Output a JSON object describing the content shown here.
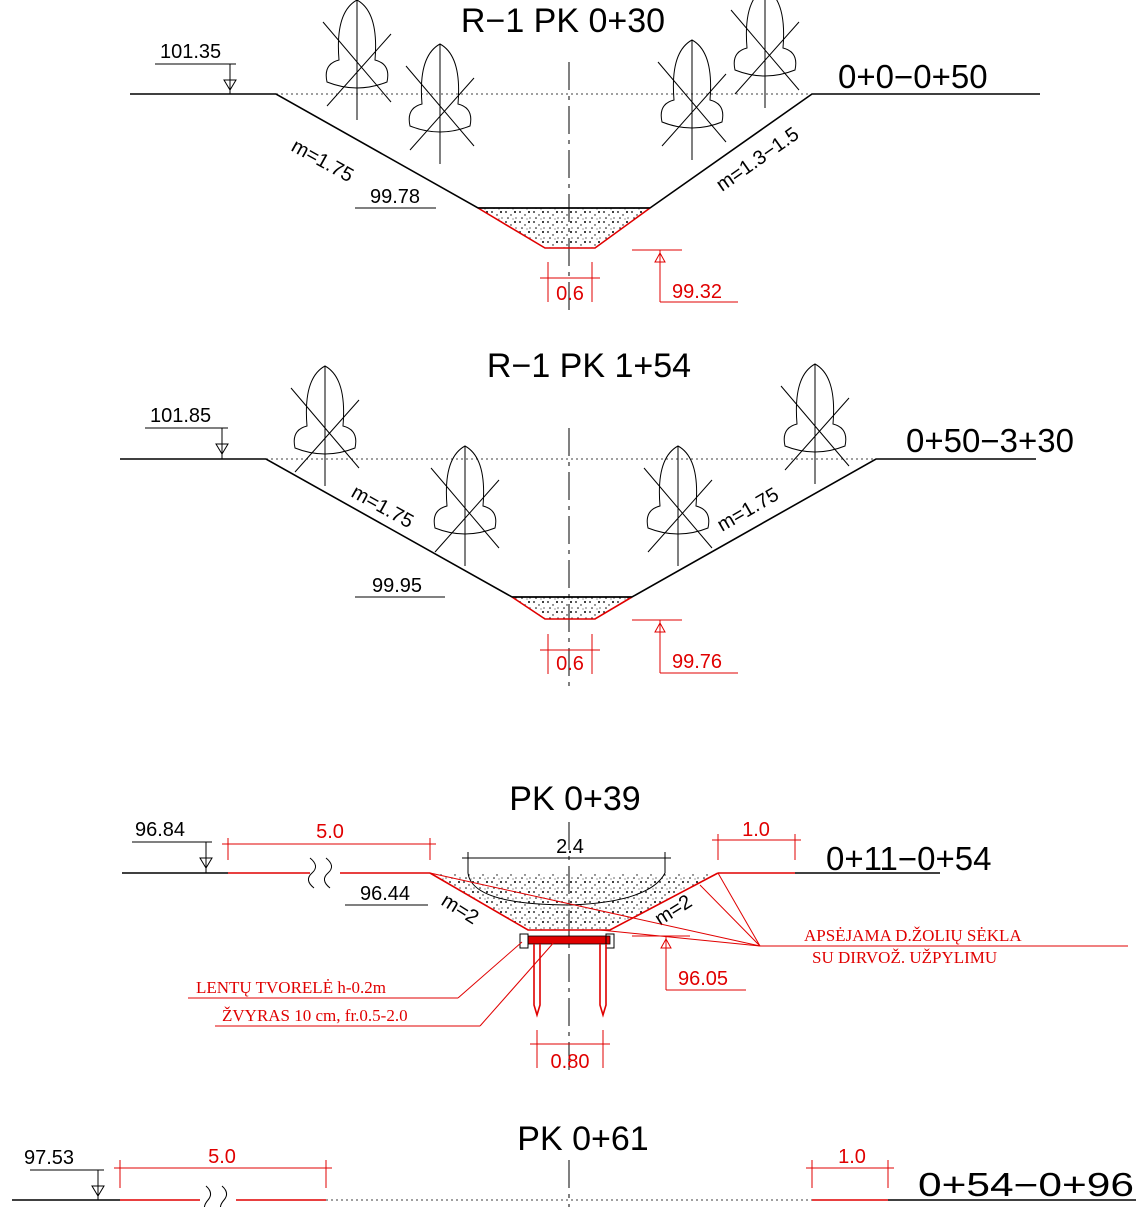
{
  "sections": [
    {
      "title": "R−1  PK  0+30",
      "range": "0+0−0+50",
      "ground_level": "101.35",
      "left_slope": "m=1.75",
      "right_slope": "m=1.3−1.5",
      "left_bottom_level": "99.78",
      "design_level": "99.32",
      "width": "0.6"
    },
    {
      "title": "R−1  PK  1+54",
      "range": "0+50−3+30",
      "ground_level": "101.85",
      "left_slope": "m=1.75",
      "right_slope": "m=1.75",
      "left_bottom_level": "99.95",
      "design_level": "99.76",
      "width": "0.6"
    },
    {
      "title": "PK  0+39",
      "range": "0+11−0+54",
      "ground_level": "96.84",
      "left_dim": "5.0",
      "right_dim": "1.0",
      "top_width": "2.4",
      "left_slope": "m=2",
      "right_slope": "m=2",
      "left_bottom_level": "96.44",
      "design_level": "96.05",
      "bottom_width": "0.80",
      "note_seed_line1": "APSĖJAMA D.ŽOLIŲ SĖKLA",
      "note_seed_line2": "SU  DIRVOŽ. UŽPYLIMU",
      "note_fence": "LENTŲ TVORELĖ h-0.2m",
      "note_gravel": "ŽVYRAS 10 cm, fr.0.5-2.0"
    },
    {
      "title": "PK  0+61",
      "range": "0+54−0+96",
      "ground_level": "97.53",
      "left_dim": "5.0",
      "right_dim": "1.0"
    }
  ]
}
